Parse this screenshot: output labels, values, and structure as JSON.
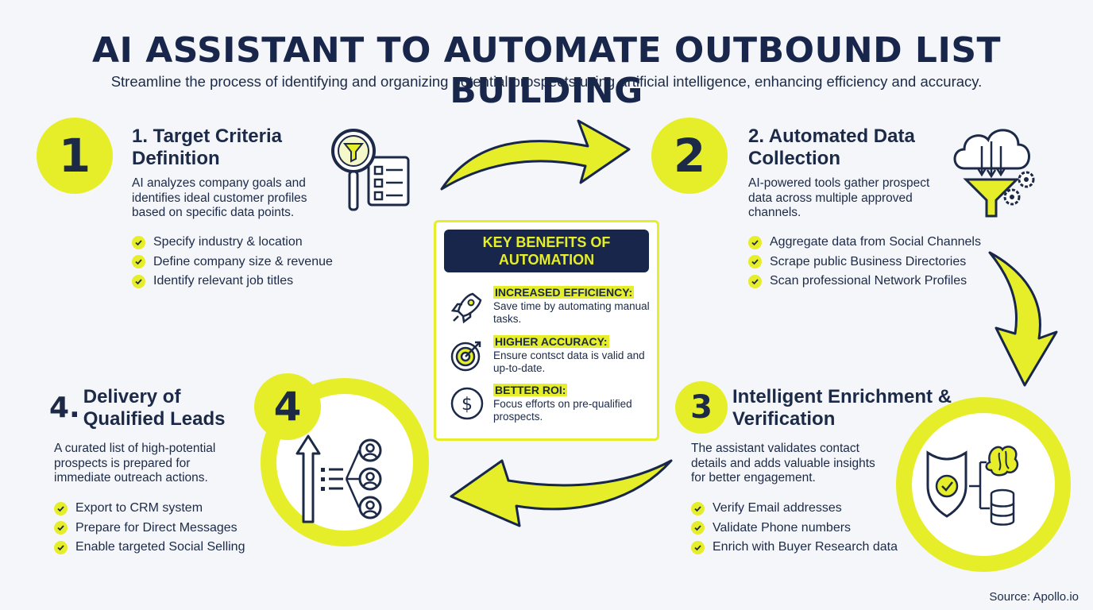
{
  "title": "AI ASSISTANT TO AUTOMATE OUTBOUND LIST BUILDING",
  "subtitle": "Streamline the process of identifying and organizing potential prospects using artificial intelligence, enhancing efficiency and accuracy.",
  "steps": [
    {
      "number": "1",
      "title": "1. Target Criteria Definition",
      "description": "AI analyzes company goals and identifies ideal customer profiles based on specific data points.",
      "icon": "search-filter-checklist-icon",
      "items": [
        "Specify industry & location",
        "Define company size & revenue",
        "Identify relevant job titles"
      ]
    },
    {
      "number": "2",
      "title": "2. Automated Data Collection",
      "description": "AI-powered tools gather prospect data across multiple approved channels.",
      "icon": "cloud-funnel-gear-icon",
      "items": [
        "Aggregate data from Social Channels",
        "Scrape public Business Directories",
        "Scan professional Network Profiles"
      ]
    },
    {
      "number": "3",
      "title": "Intelligent Enrichment & Verification",
      "description": "The assistant validates contact details and adds valuable insights for better engagement.",
      "icon": "shield-brain-database-icon",
      "items": [
        "Verify Email addresses",
        "Validate Phone numbers",
        "Enrich with Buyer Research data"
      ]
    },
    {
      "number": "4",
      "title_prefix": "4.",
      "title": "Delivery of Qualified Leads",
      "description": "A curated list of high-potential prospects is prepared for immediate outreach actions.",
      "icon": "arrow-list-people-icon",
      "items": [
        "Export to CRM system",
        "Prepare for Direct Messages",
        "Enable targeted Social Selling"
      ]
    }
  ],
  "benefits": {
    "heading": "KEY BENEFITS OF AUTOMATION",
    "items": [
      {
        "title": "INCREASED EFFICIENCY:",
        "text": "Save time by automating manual tasks.",
        "icon": "rocket-icon"
      },
      {
        "title": "HIGHER ACCURACY:",
        "text": "Ensure contsct data is valid and up-to-date.",
        "icon": "target-icon"
      },
      {
        "title": "BETTER ROI:",
        "text": "Focus efforts on pre-qualified prospects.",
        "icon": "dollar-icon"
      }
    ]
  },
  "source": "Source: Apollo.io",
  "colors": {
    "accent": "#e6ee2a",
    "navy": "#1c2a48",
    "background": "#f4f6f9"
  }
}
